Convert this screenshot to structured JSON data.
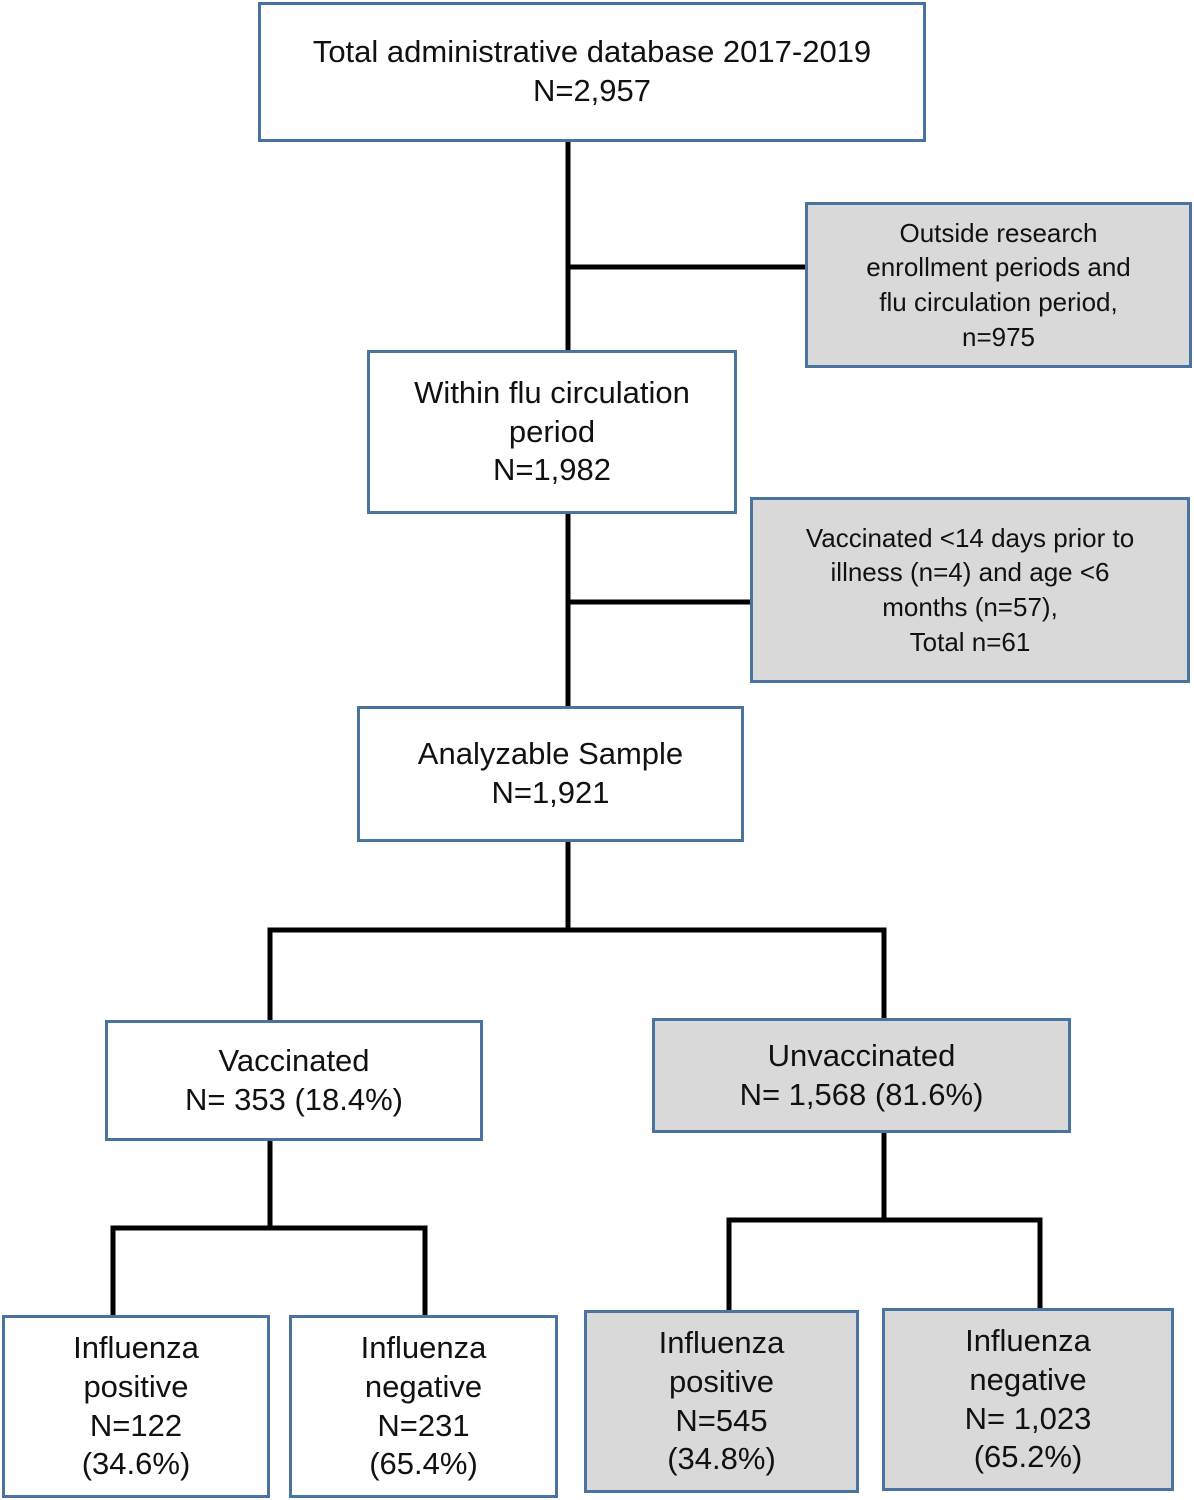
{
  "boxes": {
    "total": {
      "lines": [
        "Total administrative database 2017-2019",
        "N=2,957"
      ]
    },
    "excluded1": {
      "lines": [
        "Outside research",
        "enrollment periods and",
        "flu circulation period,",
        "n=975"
      ]
    },
    "within": {
      "lines": [
        "Within flu circulation",
        "period",
        "N=1,982"
      ]
    },
    "excluded2": {
      "lines": [
        "Vaccinated <14 days prior to",
        "illness (n=4) and age <6",
        "months (n=57),",
        "Total n=61"
      ]
    },
    "analyzable": {
      "lines": [
        "Analyzable Sample",
        "N=1,921"
      ]
    },
    "vaccinated": {
      "lines": [
        "Vaccinated",
        "N= 353 (18.4%)"
      ]
    },
    "unvaccinated": {
      "lines": [
        "Unvaccinated",
        "N= 1,568 (81.6%)"
      ]
    },
    "vacc_pos": {
      "lines": [
        "Influenza",
        "positive",
        "N=122",
        "(34.6%)"
      ]
    },
    "vacc_neg": {
      "lines": [
        "Influenza",
        "negative",
        "N=231",
        "(65.4%)"
      ]
    },
    "unvacc_pos": {
      "lines": [
        "Influenza",
        "positive",
        "N=545",
        "(34.8%)"
      ]
    },
    "unvacc_neg": {
      "lines": [
        "Influenza",
        "negative",
        "N= 1,023",
        "(65.2%)"
      ]
    }
  },
  "colors": {
    "box_border": "#4a74a0",
    "excluded_fill": "#d9d9d9",
    "connector": "#000000"
  }
}
